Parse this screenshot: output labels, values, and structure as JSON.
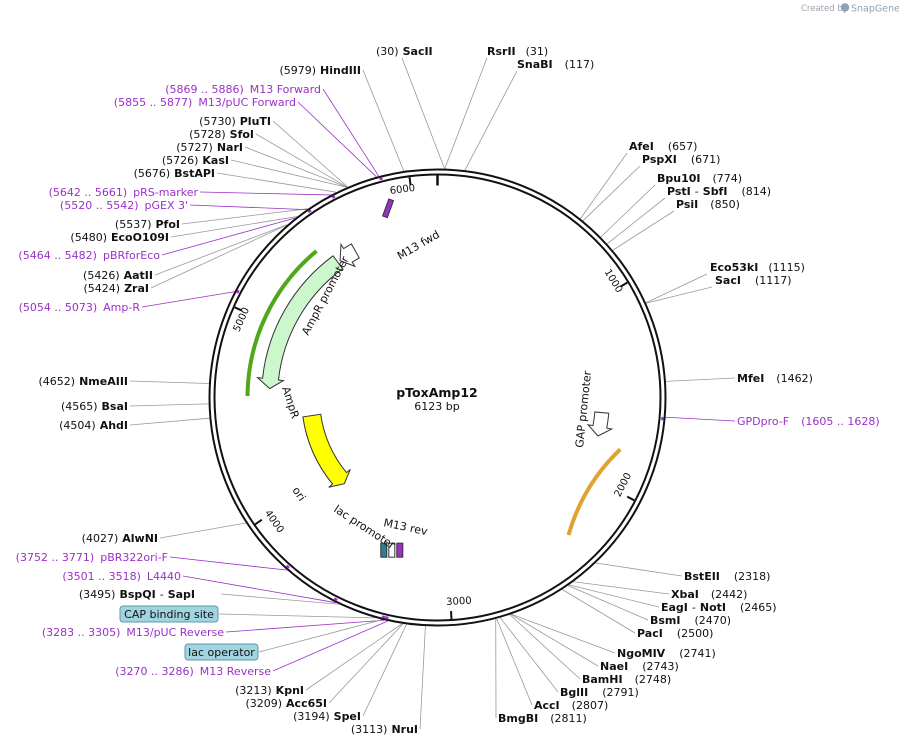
{
  "app": {
    "credit_prefix": "Created by",
    "brand": "SnapGene"
  },
  "plasmid": {
    "name": "pToxAmp12",
    "size_label": "6123 bp",
    "length": 6123
  },
  "ticks": [
    {
      "bp": 1000,
      "label": "1000"
    },
    {
      "bp": 2000,
      "label": "2000"
    },
    {
      "bp": 3000,
      "label": "3000"
    },
    {
      "bp": 4000,
      "label": "4000"
    },
    {
      "bp": 5000,
      "label": "5000"
    },
    {
      "bp": 6000,
      "label": "6000"
    }
  ],
  "features": [
    {
      "name": "M13 fwd",
      "start": 5869,
      "end": 5886,
      "color": "#9b30c8",
      "kind": "primer-arrow",
      "dir": 1
    },
    {
      "name": "AmpR promoter",
      "start": 5520,
      "end": 5625,
      "color": "#ffffff",
      "kind": "promoter",
      "dir": -1
    },
    {
      "name": "AmpR",
      "start": 4644,
      "end": 5504,
      "color": "#ccf7cc",
      "kind": "cds",
      "dir": -1
    },
    {
      "name": "ori",
      "start": 3865,
      "end": 4453,
      "color": "#ffff00",
      "kind": "origin",
      "dir": -1
    },
    {
      "name": "lac promoter",
      "start": 3310,
      "end": 3340,
      "color": "#ffffff",
      "kind": "promoter",
      "dir": -1
    },
    {
      "name": "M13 rev",
      "start": 3270,
      "end": 3286,
      "color": "#9b30c8",
      "kind": "primer-arrow",
      "dir": -1
    },
    {
      "name": "GAP promoter",
      "start": 1620,
      "end": 1760,
      "color": "#ffffff",
      "kind": "promoter",
      "dir": 1
    }
  ],
  "strand_arrows": [
    {
      "start": 4600,
      "end": 5450,
      "color": "#4fa81a"
    },
    {
      "start": 1800,
      "end": 2320,
      "color": "#e0a232"
    }
  ],
  "enzymes_right": [
    {
      "name": "SacII",
      "pos": "(30)"
    },
    {
      "name": "RsrII",
      "pos": "(31)"
    },
    {
      "name": "SnaBI",
      "pos": "(117)"
    },
    {
      "name": "AfeI",
      "pos": "(657)"
    },
    {
      "name": "PspXI",
      "pos": "(671)"
    },
    {
      "name": "Bpu10I",
      "pos": "(774)"
    },
    {
      "name": "PstI",
      "name2": "SbfI",
      "pos": "(814)"
    },
    {
      "name": "PsiI",
      "pos": "(850)"
    },
    {
      "name": "Eco53kI",
      "pos": "(1115)"
    },
    {
      "name": "SacI",
      "pos": "(1117)"
    },
    {
      "name": "MfeI",
      "pos": "(1462)"
    },
    {
      "name": "BstEII",
      "pos": "(2318)"
    },
    {
      "name": "XbaI",
      "pos": "(2442)"
    },
    {
      "name": "EagI",
      "name2": "NotI",
      "pos": "(2465)"
    },
    {
      "name": "BsmI",
      "pos": "(2470)"
    },
    {
      "name": "PacI",
      "pos": "(2500)"
    },
    {
      "name": "NgoMIV",
      "pos": "(2741)"
    },
    {
      "name": "NaeI",
      "pos": "(2743)"
    },
    {
      "name": "BamHI",
      "pos": "(2748)"
    },
    {
      "name": "BglII",
      "pos": "(2791)"
    },
    {
      "name": "AccI",
      "pos": "(2807)"
    },
    {
      "name": "BmgBI",
      "pos": "(2811)"
    }
  ],
  "enzymes_left": [
    {
      "name": "HindIII",
      "pos": "(5979)"
    },
    {
      "name": "PluTI",
      "pos": "(5730)"
    },
    {
      "name": "SfoI",
      "pos": "(5728)"
    },
    {
      "name": "NarI",
      "pos": "(5727)"
    },
    {
      "name": "KasI",
      "pos": "(5726)"
    },
    {
      "name": "BstAPI",
      "pos": "(5676)"
    },
    {
      "name": "PfoI",
      "pos": "(5537)"
    },
    {
      "name": "EcoO109I",
      "pos": "(5480)"
    },
    {
      "name": "AatII",
      "pos": "(5426)"
    },
    {
      "name": "ZraI",
      "pos": "(5424)"
    },
    {
      "name": "NmeAIII",
      "pos": "(4652)"
    },
    {
      "name": "BsaI",
      "pos": "(4565)"
    },
    {
      "name": "AhdI",
      "pos": "(4504)"
    },
    {
      "name": "AlwNI",
      "pos": "(4027)"
    },
    {
      "name": "BspQI",
      "name2": "SapI",
      "pos": "(3495)"
    },
    {
      "name": "KpnI",
      "pos": "(3213)"
    },
    {
      "name": "Acc65I",
      "pos": "(3209)"
    },
    {
      "name": "SpeI",
      "pos": "(3194)"
    },
    {
      "name": "NruI",
      "pos": "(3113)"
    }
  ],
  "primers": [
    {
      "range": "(5869 .. 5886)",
      "name": "M13 Forward"
    },
    {
      "range": "(5855 .. 5877)",
      "name": "M13/pUC Forward"
    },
    {
      "range": "(5642 .. 5661)",
      "name": "pRS-marker"
    },
    {
      "range": "(5520 .. 5542)",
      "name": "pGEX 3'"
    },
    {
      "range": "(5464 .. 5482)",
      "name": "pBRforEco"
    },
    {
      "range": "(5054 .. 5073)",
      "name": "Amp-R"
    },
    {
      "range": "(1605 .. 1628)",
      "name": "GPDpro-F"
    },
    {
      "range": "(3752 .. 3771)",
      "name": "pBR322ori-F"
    },
    {
      "range": "(3501 .. 3518)",
      "name": "L4440"
    },
    {
      "range": "(3283 .. 3305)",
      "name": "M13/pUC Reverse"
    },
    {
      "range": "(3270 .. 3286)",
      "name": "M13 Reverse"
    }
  ],
  "boxed": [
    {
      "name": "CAP binding site",
      "color": "#9fd4e0"
    },
    {
      "name": "lac operator",
      "color": "#9fd4e0"
    }
  ]
}
